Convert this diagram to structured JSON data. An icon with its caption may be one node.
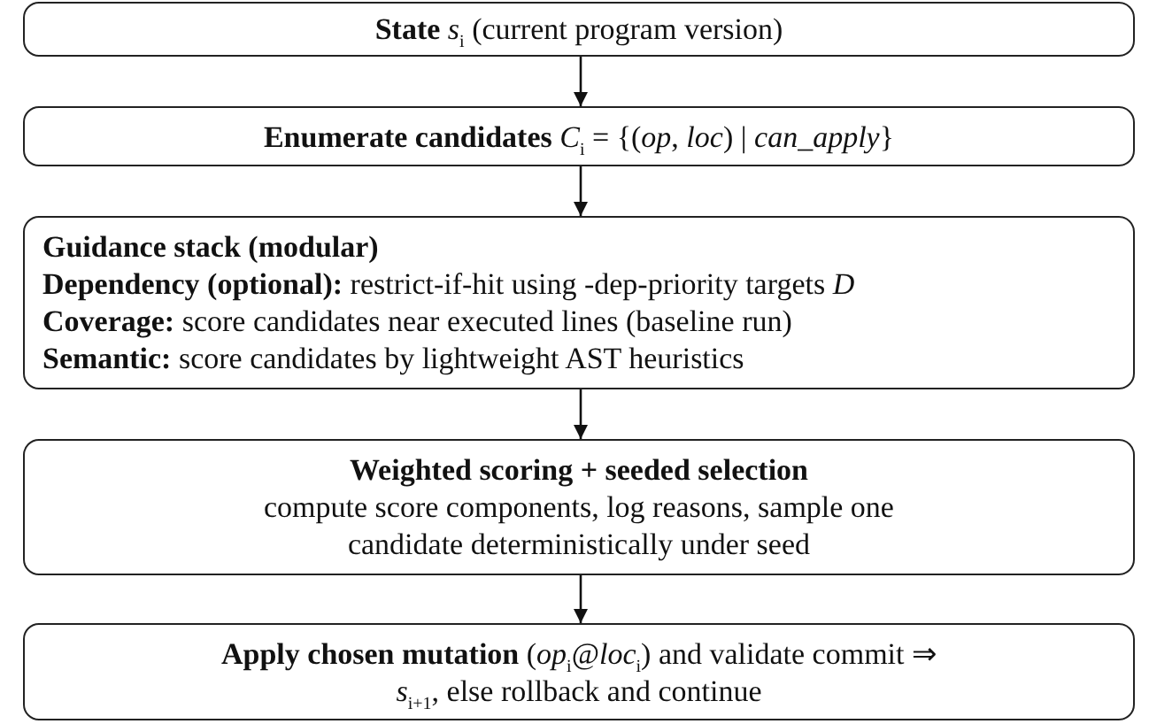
{
  "diagram": {
    "nodes": [
      {
        "text": [
          "**State** *s*$_{i}$ (current program version)"
        ]
      },
      {
        "text": [
          "**Enumerate candidates** *C*$_{i}$ = {(*op*, *loc*) | *can_apply*}"
        ]
      },
      {
        "text": [
          "Guidance stack (modular)",
          "**Dependency (optional):** restrict-if-hit using -dep-priority targets *D*",
          "**Coverage:** score candidates near executed lines (baseline run)",
          "**Semantic:** score candidates by lightweight AST heuristics"
        ]
      },
      {
        "text": [
          "Weighted scoring + seeded selection",
          "compute score components, log reasons, sample one candidate deterministically under seed"
        ]
      },
      {
        "text": [
          "**Apply chosen mutation** (*op*$_{i}$@*loc*$_{i}$) and validate commit ⇒ *s*$_{i+1}$, else rollback and continue"
        ]
      }
    ],
    "edges": [
      {
        "from": 0,
        "to": 1,
        "arrow": "to"
      },
      {
        "from": 1,
        "to": 2,
        "arrow": "to"
      },
      {
        "from": 2,
        "to": 3,
        "arrow": "to"
      },
      {
        "from": 3,
        "to": 4,
        "arrow": "to"
      }
    ]
  }
}
